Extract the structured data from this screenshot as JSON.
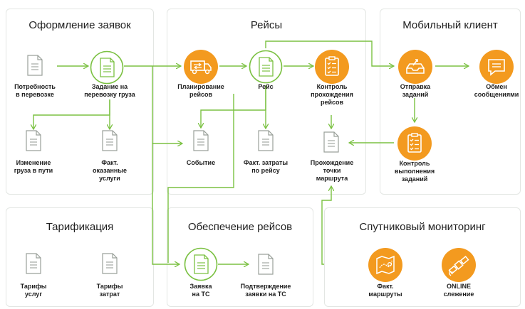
{
  "colors": {
    "green": "#7bc142",
    "orange": "#f39a1f",
    "doc_stroke": "#9aa09a",
    "panel_border": "#e3e6e3"
  },
  "panels": {
    "orders": {
      "title": "Оформление заявок"
    },
    "trips": {
      "title": "Рейсы"
    },
    "mobile": {
      "title": "Мобильный клиент"
    },
    "tariffs": {
      "title": "Тарификация"
    },
    "supply": {
      "title": "Обеспечение рейсов"
    },
    "satellite": {
      "title": "Спутниковый мониторинг"
    }
  },
  "nodes": {
    "need": {
      "label": "Потребность\nв перевозке",
      "icon": "document-icon"
    },
    "task": {
      "label": "Задание на\nперевозку груза",
      "icon": "document-icon"
    },
    "cargo_change": {
      "label": "Изменение\nгруза в пути",
      "icon": "document-icon"
    },
    "fact_services": {
      "label": "Факт.\nоказанные\nуслуги",
      "icon": "document-icon"
    },
    "planning": {
      "label": "Планирование\nрейсов",
      "icon": "truck-icon"
    },
    "trip": {
      "label": "Рейс",
      "icon": "document-icon"
    },
    "control_trips": {
      "label": "Контроль\nпрохождения\nрейсов",
      "icon": "clipboard-icon"
    },
    "event": {
      "label": "Событие",
      "icon": "document-icon"
    },
    "fact_costs": {
      "label": "Факт. затраты\nпо рейсу",
      "icon": "document-icon"
    },
    "route_point": {
      "label": "Прохождение\nточки\nмаршрута",
      "icon": "document-icon"
    },
    "send_tasks": {
      "label": "Отправка\nзаданий",
      "icon": "inbox-icon"
    },
    "messages": {
      "label": "Обмен\nсообщениями",
      "icon": "message-icon"
    },
    "control_tasks": {
      "label": "Контроль\nвыполнения\nзаданий",
      "icon": "clipboard-icon"
    },
    "service_tariffs": {
      "label": "Тарифы\nуслуг",
      "icon": "document-icon"
    },
    "cost_tariffs": {
      "label": "Тарифы\nзатрат",
      "icon": "document-icon"
    },
    "vehicle_request": {
      "label": "Заявка\nна ТС",
      "icon": "document-icon"
    },
    "request_confirm": {
      "label": "Подтверждение\nзаявки на ТС",
      "icon": "document-icon"
    },
    "fact_routes": {
      "label": "Факт.\nмаршруты",
      "icon": "map-icon"
    },
    "online_tracking": {
      "label": "ONLINE\nслежение",
      "icon": "satellite-icon"
    }
  }
}
